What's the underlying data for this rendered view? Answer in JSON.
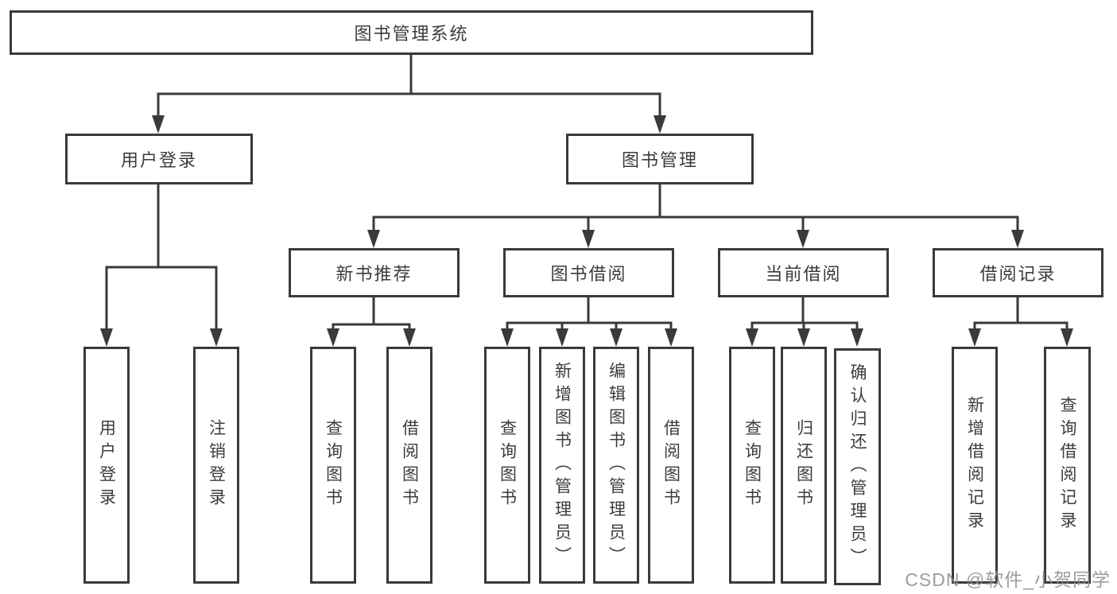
{
  "diagram": {
    "type": "hierarchy",
    "tree": {
      "label": "图书管理系统",
      "children": [
        {
          "label": "用户登录",
          "children": [
            {
              "label": "用户登录"
            },
            {
              "label": "注销登录"
            }
          ]
        },
        {
          "label": "图书管理",
          "children": [
            {
              "label": "新书推荐",
              "children": [
                {
                  "label": "查询图书"
                },
                {
                  "label": "借阅图书"
                }
              ]
            },
            {
              "label": "图书借阅",
              "children": [
                {
                  "label": "查询图书"
                },
                {
                  "label": "新增图书（管理员）"
                },
                {
                  "label": "编辑图书（管理员）"
                },
                {
                  "label": "借阅图书"
                }
              ]
            },
            {
              "label": "当前借阅",
              "children": [
                {
                  "label": "查询图书"
                },
                {
                  "label": "归还图书"
                },
                {
                  "label": "确认归还（管理员）"
                }
              ]
            },
            {
              "label": "借阅记录",
              "children": [
                {
                  "label": "新增借阅记录"
                },
                {
                  "label": "查询借阅记录"
                }
              ]
            }
          ]
        }
      ]
    },
    "colors": {
      "line": "#3a3a3a",
      "text": "#3c3c3c",
      "background": "#ffffff",
      "watermark": "#968c8c"
    },
    "watermark": "CSDN @软件_小贺同学"
  }
}
